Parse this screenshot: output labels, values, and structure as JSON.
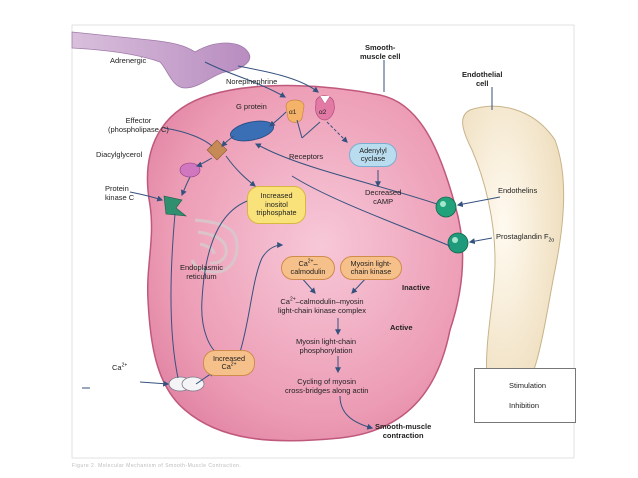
{
  "labels": {
    "adrenergic": "Adrenergic",
    "norepinephrine": "Norepinephrine",
    "smooth_muscle_cell": "Smooth-\nmuscle cell",
    "endothelial_cell": "Endothelial\ncell",
    "g_protein": "G protein",
    "alpha1": "α1",
    "alpha2": "α2",
    "effector": "Effector\n(phospholipase C)",
    "diacylglycerol": "Diacylglycerol",
    "receptors": "Receptors",
    "adenylyl_cyclase": "Adenylyl\ncyclase",
    "protein_kinase_c": "Protein\nkinase C",
    "increased_ip3": "Increased\ninositol\ntriphosphate",
    "decreased_camp": "Decreased\ncAMP",
    "endothelins": "Endothelins",
    "prostaglandin": "Prostaglandin F",
    "prostaglandin_sub": "2α",
    "ca_calmodulin_a": "Ca",
    "ca_calmodulin_sup": "2+",
    "ca_calmodulin_b": "–\ncalmodulin",
    "mlck": "Myosin light-\nchain kinase",
    "endoplasmic_reticulum": "Endoplasmic\nreticulum",
    "inactive": "Inactive",
    "complex_a": "Ca",
    "complex_sup": "2+",
    "complex_b": "–calmodulin–myosin\nlight-chain kinase complex",
    "active": "Active",
    "phosphorylation": "Myosin light-chain\nphosphorylation",
    "increased_ca_a": "Increased\nCa",
    "increased_ca_sup": "2+",
    "ca_outside_a": "Ca",
    "ca_outside_sup": "2+",
    "cycling": "Cycling of myosin\ncross-bridges along actin",
    "contraction": "Smooth-muscle\ncontraction"
  },
  "legend": {
    "stimulation": "Stimulation",
    "inhibition": "Inhibition"
  },
  "caption": "Figure 2. Molecular Mechanism of Smooth-Muscle Contraction.",
  "colors": {
    "cell_fill": "#ec9bb4",
    "cell_stroke": "#c0587c",
    "endothelial_fill": "#f6ead2",
    "nerve_fill": "#c29ac6",
    "arrow": "#35527e",
    "pill_yellow": "#f9e27a",
    "pill_orange": "#f6c08a",
    "pill_blue": "#b9dcef",
    "g_protein": "#3b6fb5",
    "effector": "#c58a55",
    "pkc": "#2f8f6e",
    "receptor_green": "#1f9a7a"
  }
}
